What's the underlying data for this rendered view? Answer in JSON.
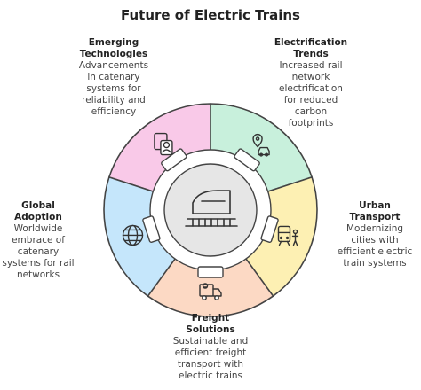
{
  "title": "Future of Electric Trains",
  "center": {
    "icon": "electric-train-icon"
  },
  "segments": [
    {
      "key": "emerging",
      "title": "Emerging\nTechnologies",
      "description": "Advancements\nin catenary\nsystems for\nreliability and\nefficiency",
      "icon": "id-badge-icon",
      "color": "#f9c9e8"
    },
    {
      "key": "electrification",
      "title": "Electrification\nTrends",
      "description": "Increased rail\nnetwork\nelectrification\nfor reduced\ncarbon\nfootprints",
      "icon": "car-location-icon",
      "color": "#c8f0dc"
    },
    {
      "key": "urban",
      "title": "Urban\nTransport",
      "description": "Modernizing\ncities with\nefficient electric\ntrain systems",
      "icon": "tram-person-icon",
      "color": "#fdf0b3"
    },
    {
      "key": "freight",
      "title": "Freight\nSolutions",
      "description": "Sustainable and\nefficient freight\ntransport with\nelectric trains",
      "icon": "delivery-truck-icon",
      "color": "#fcd9c4"
    },
    {
      "key": "global",
      "title": "Global\nAdoption",
      "description": "Worldwide\nembrace of\ncatenary\nsystems for rail\nnetworks",
      "icon": "globe-icon",
      "color": "#c5e6fb"
    }
  ]
}
